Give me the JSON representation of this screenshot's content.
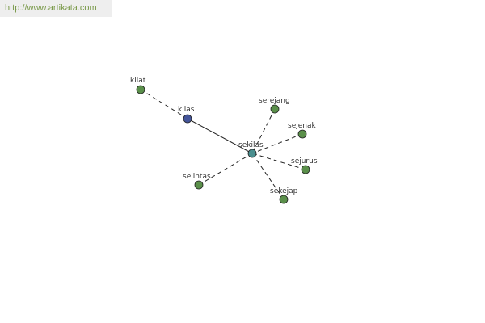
{
  "header": {
    "url": "http://www.artikata.com"
  },
  "colors": {
    "url_text": "#7a9a4a",
    "leaf_node": "#5a8f4a",
    "center_node": "#4a8f8f",
    "hub_node": "#44559a",
    "edge": "#222222"
  },
  "graph": {
    "center": "sekilas",
    "nodes": [
      {
        "id": "kilat",
        "label": "kilat",
        "kind": "leaf"
      },
      {
        "id": "kilas",
        "label": "kilas",
        "kind": "hub"
      },
      {
        "id": "serejang",
        "label": "serejang",
        "kind": "leaf"
      },
      {
        "id": "sejenak",
        "label": "sejenak",
        "kind": "leaf"
      },
      {
        "id": "sekilas",
        "label": "sekilas",
        "kind": "center"
      },
      {
        "id": "sejurus",
        "label": "sejurus",
        "kind": "leaf"
      },
      {
        "id": "selintas",
        "label": "selintas",
        "kind": "leaf"
      },
      {
        "id": "sekejap",
        "label": "sekejap",
        "kind": "leaf"
      }
    ],
    "edges": [
      {
        "from": "kilat",
        "to": "kilas",
        "style": "dashed"
      },
      {
        "from": "kilas",
        "to": "sekilas",
        "style": "solid"
      },
      {
        "from": "serejang",
        "to": "sekilas",
        "style": "dashed"
      },
      {
        "from": "sejenak",
        "to": "sekilas",
        "style": "dashed"
      },
      {
        "from": "sejurus",
        "to": "sekilas",
        "style": "dashed"
      },
      {
        "from": "selintas",
        "to": "sekilas",
        "style": "dashed"
      },
      {
        "from": "sekejap",
        "to": "sekilas",
        "style": "dashed"
      }
    ]
  }
}
